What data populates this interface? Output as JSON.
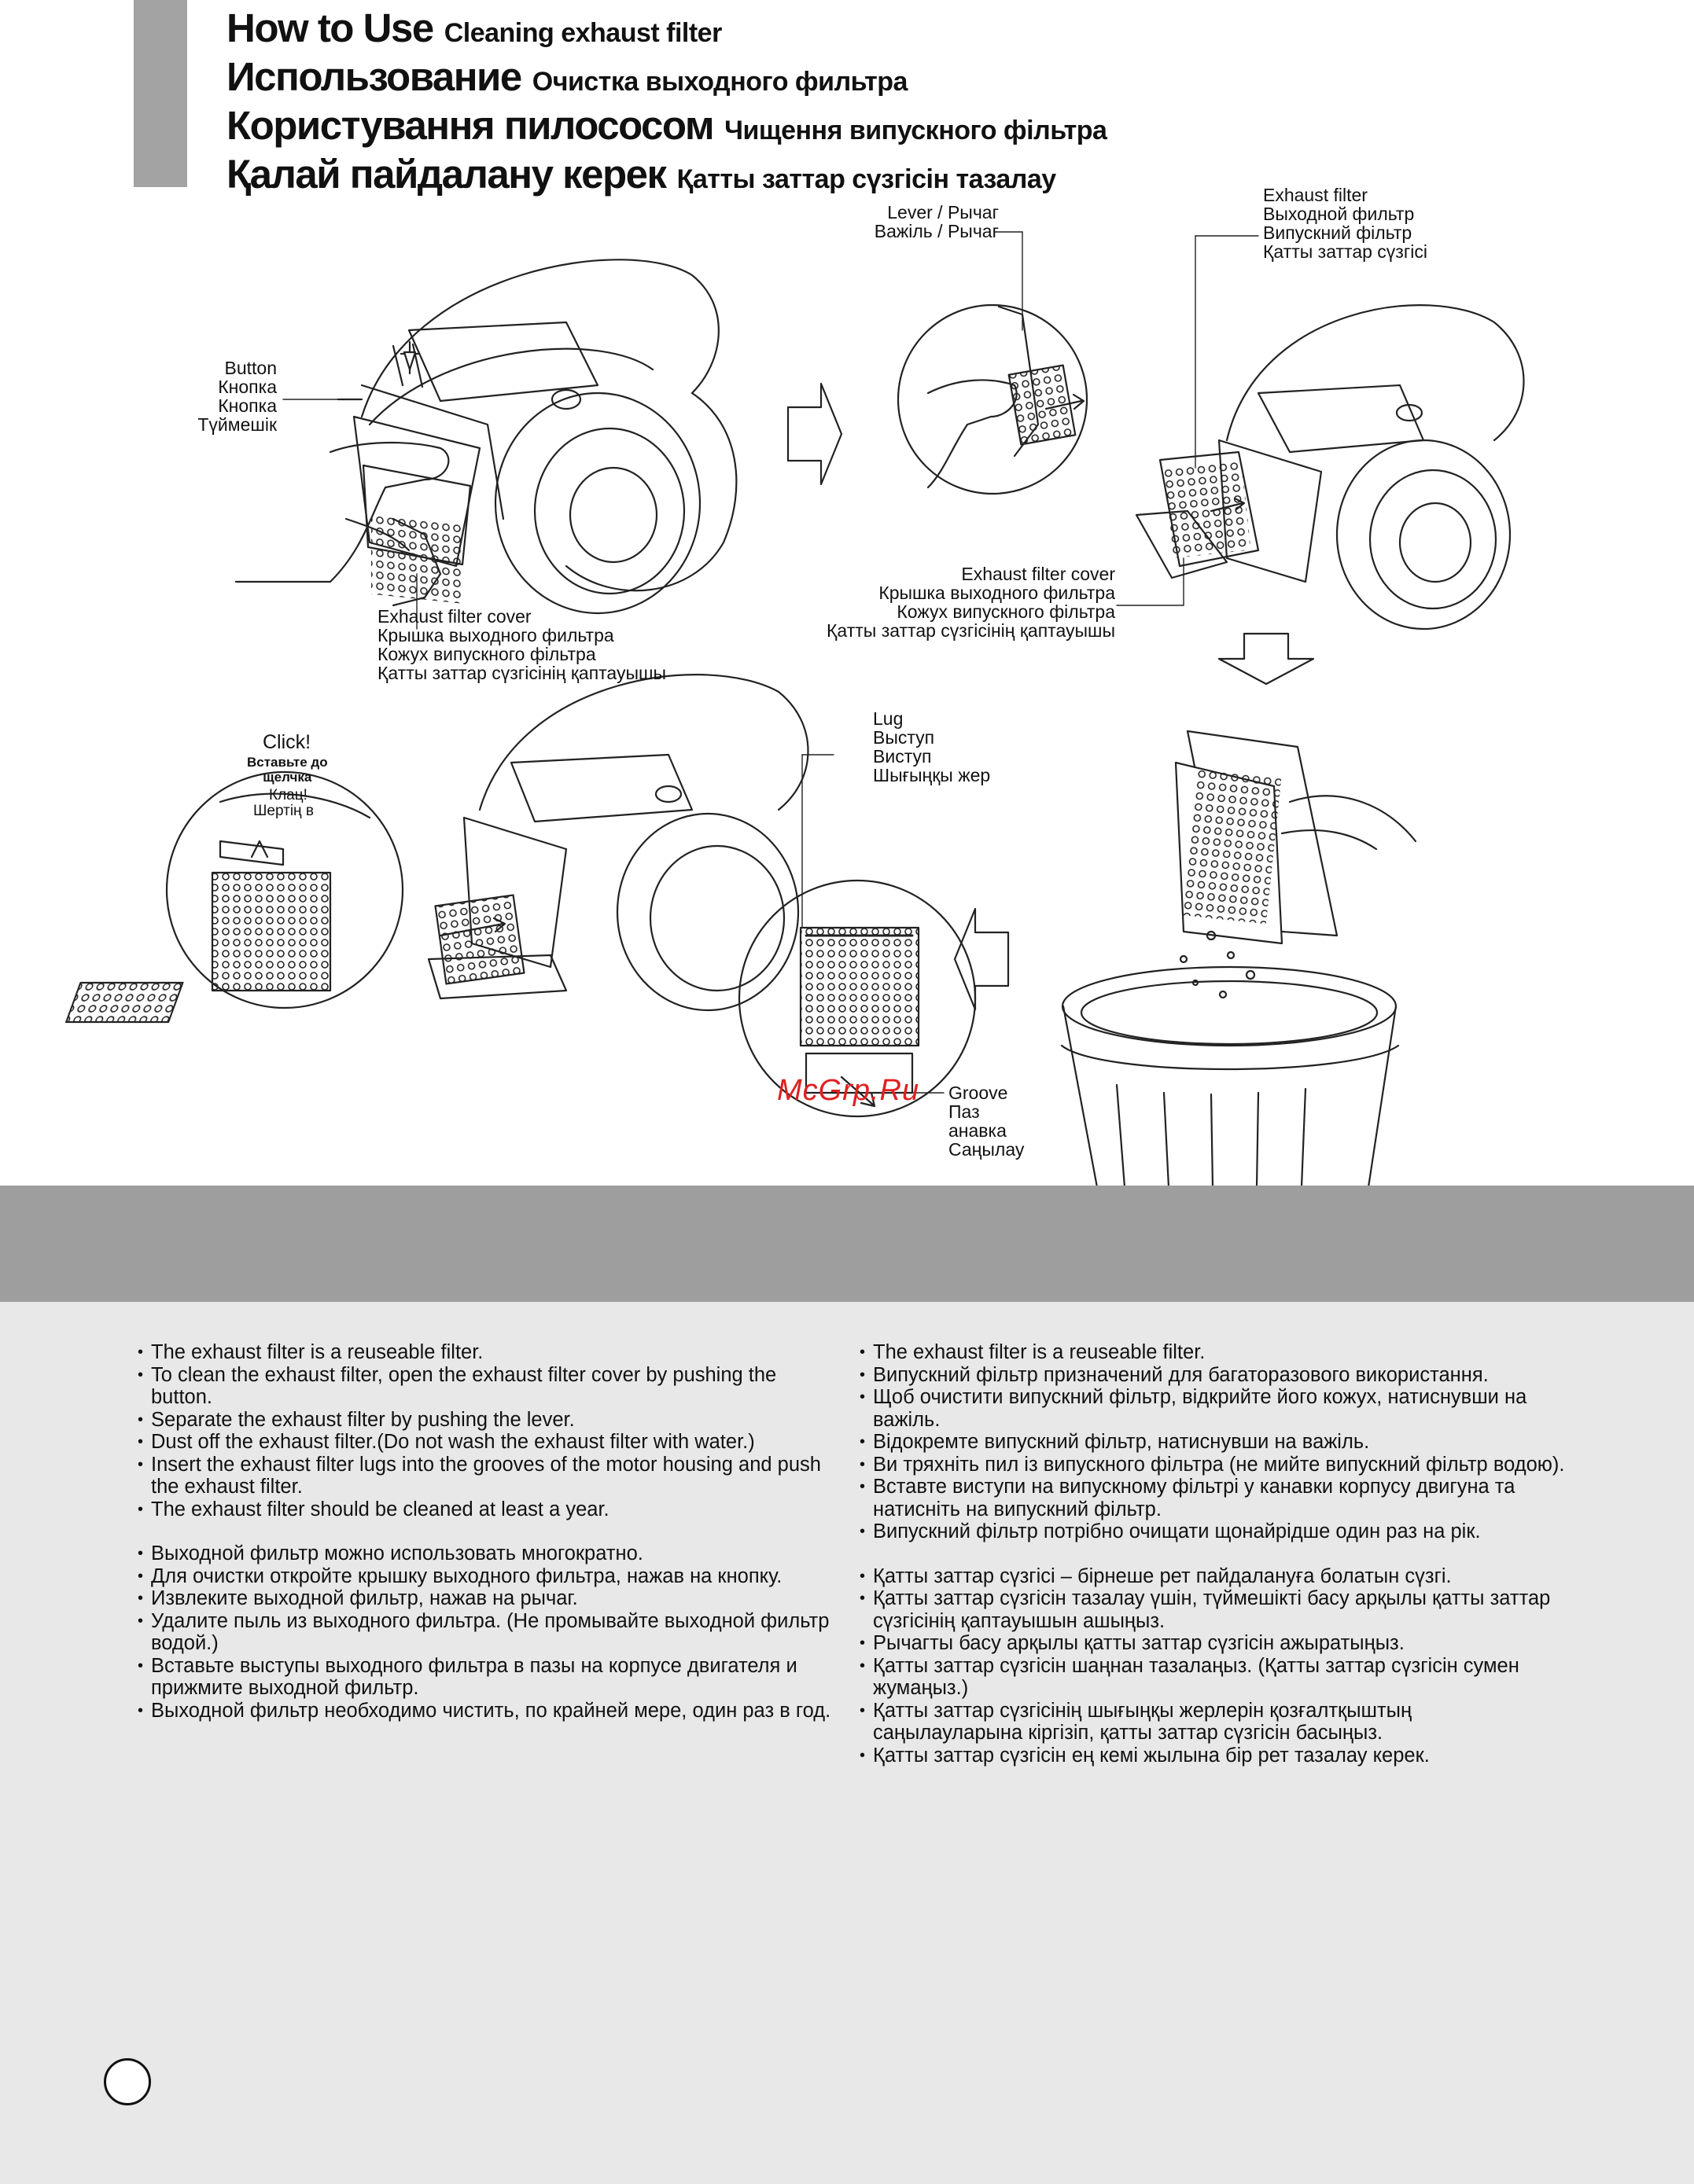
{
  "titles": [
    {
      "main": "How to Use",
      "sub": "Cleaning exhaust filter"
    },
    {
      "main": "Использование",
      "sub": "Очистка выходного фильтра"
    },
    {
      "main": "Користування пилососом",
      "sub": "Чищення випускного фільтра"
    },
    {
      "main": "Қалай пайдалану керек",
      "sub": "Қатты заттар сүзгісін тазалау"
    }
  ],
  "labels": {
    "button": "Button\nКнопка\nКнопка\nТүймешік",
    "cover_1": "Exhaust filter cover\nКрышка выходного фильтра\nКожух випускного фільтра\nҚатты заттар сүзгісінің қаптауышы",
    "lever": "Lever / Рычаг\nВажіль / Рычаг",
    "filter": "Exhaust filter\nВыходной фильтр\nВипускний фільтр\nҚатты заттар сүзгісі",
    "cover_2": "Exhaust filter cover\nКрышка выходного фильтра\nКожух випускного фільтра\nҚатты заттар сүзгісінің қаптауышы",
    "click": "Click!",
    "click_ru": "Вставьте до\nщелчка",
    "click_uk": "Клац!",
    "click_kk": "Шертің в",
    "lug": "Lug\nВыступ\nВиступ\nШығыңқы жер",
    "groove": "Groove\nПаз\nанавка\nСаңылау"
  },
  "watermark": "McGrp.Ru",
  "instructions_en": [
    "The exhaust filter is a reuseable filter.",
    "To clean the exhaust filter, open the exhaust filter cover by pushing the button.",
    "Separate the exhaust filter by pushing the lever.",
    "Dust off the exhaust filter.(Do not wash the exhaust filter with water.)",
    "Insert the exhaust filter lugs into the grooves of the motor housing and push the exhaust filter.",
    "The exhaust filter should be cleaned at least a year."
  ],
  "instructions_ru": [
    "Выходной фильтр можно использовать многократно.",
    "Для очистки откройте крышку выходного фильтра, нажав на кнопку.",
    "Извлеките выходной фильтр, нажав на рычаг.",
    "Удалите пыль из выходного фильтра. (Не промывайте выходной фильтр водой.)",
    "Вставьте выступы выходного фильтра в пазы на корпусе двигателя и прижмите выходной фильтр.",
    "Выходной фильтр необходимо чистить, по крайней мере, один раз в год."
  ],
  "instructions_uk": [
    "The exhaust filter is a reuseable filter.",
    "Випускний фільтр призначений для багаторазового використання.",
    "Щоб очистити випускний фільтр, відкрийте його кожух, натиснувши на важіль.",
    "Відокремте випускний фільтр, натиснувши на важіль.",
    "Ви тряхніть пил із випускного фільтра (не мийте випускний фільтр водою).",
    "Вставте виступи на випускному фільтрі у канавки корпусу двигуна та натисніть на випускний фільтр.",
    "Випускний фільтр потрібно очищати щонайрідше один раз на рік."
  ],
  "instructions_kk": [
    "Қатты заттар сүзгісі – бірнеше рет пайдалануға болатын сүзгі.",
    "Қатты заттар сүзгісін тазалау үшін, түймешікті басу арқылы қатты заттар сүзгісінің қаптауышын ашыңыз.",
    "Рычагты басу арқылы қатты заттар сүзгісін ажыратыңыз.",
    "Қатты заттар сүзгісін шаңнан тазалаңыз. (Қатты заттар сүзгісін сумен жумаңыз.)",
    "Қатты заттар сүзгісінің шығыңқы жерлерін қозғалтқыштың саңылауларына кіргізіп, қатты заттар сүзгісін басыңыз.",
    "Қатты заттар сүзгісін ең кемі жылына бір рет тазалау керек."
  ]
}
